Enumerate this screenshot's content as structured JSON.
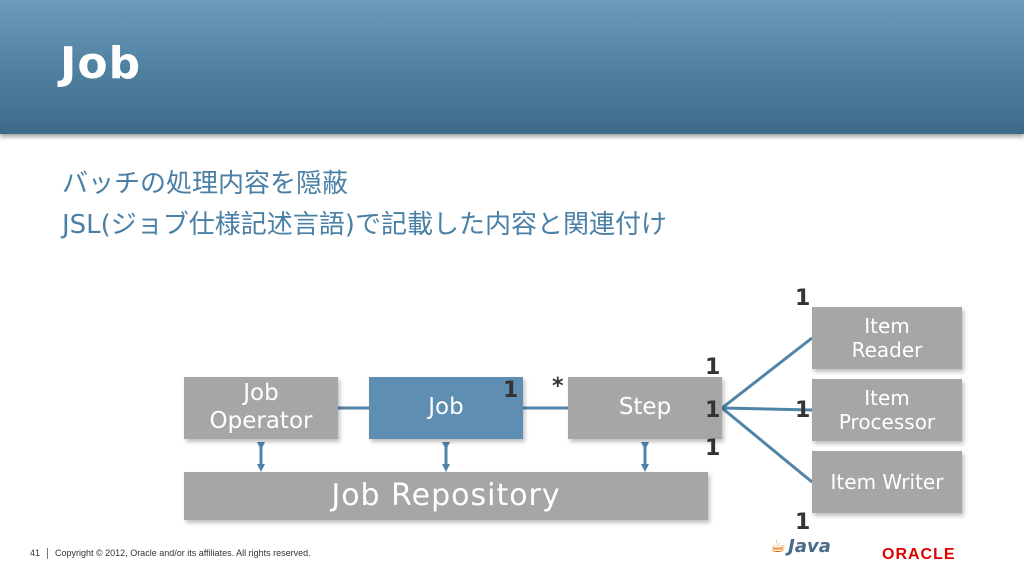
{
  "slide": {
    "title": "Job",
    "bullets": [
      "バッチの処理内容を隠蔽",
      "JSL(ジョブ仕様記述言語)で記載した内容と関連付け"
    ]
  },
  "diagram": {
    "nodes": {
      "operator": "Job\nOperator",
      "job": "Job",
      "step": "Step",
      "repository": "Job Repository",
      "reader": "Item\nReader",
      "processor": "Item\nProcessor",
      "writer": "Item Writer"
    },
    "multiplicities": {
      "job_step_one": "1",
      "job_step_many": "*",
      "step_reader": "1",
      "step_processor": "1",
      "step_writer": "1",
      "reader_end": "1",
      "processor_end": "1",
      "writer_end": "1"
    },
    "colors": {
      "header": "#5a8aac",
      "bullet_text": "#4a7fa6",
      "gray_box": "#a6a6a6",
      "blue_box": "#5e8eb2",
      "connector": "#4f84a8"
    }
  },
  "footer": {
    "page_number": "41",
    "copyright": "Copyright © 2012, Oracle and/or its affiliates. All rights reserved.",
    "java_logo": "Java",
    "oracle_logo": "ORACLE"
  }
}
